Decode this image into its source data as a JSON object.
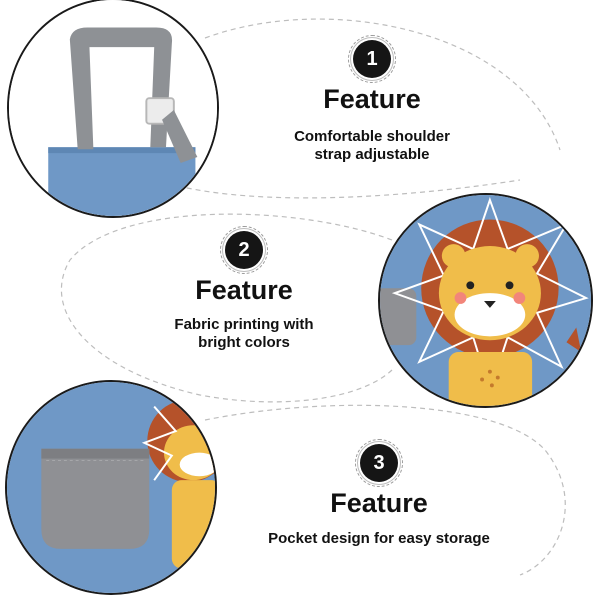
{
  "features": [
    {
      "number": "1",
      "title": "Feature",
      "desc_lines": [
        "Comfortable shoulder",
        "strap adjustable"
      ]
    },
    {
      "number": "2",
      "title": "Feature",
      "desc_lines": [
        "Fabric printing with",
        "bright colors"
      ]
    },
    {
      "number": "3",
      "title": "Feature",
      "desc_lines": [
        "Pocket design for easy storage"
      ]
    }
  ],
  "colors": {
    "apron_blue": "#6f98c6",
    "strap_gray": "#8e9195",
    "lion_yellow": "#f0bd4a",
    "mane_brown": "#b5522a",
    "pocket_gray": "#8f9094",
    "badge_black": "#151515"
  }
}
